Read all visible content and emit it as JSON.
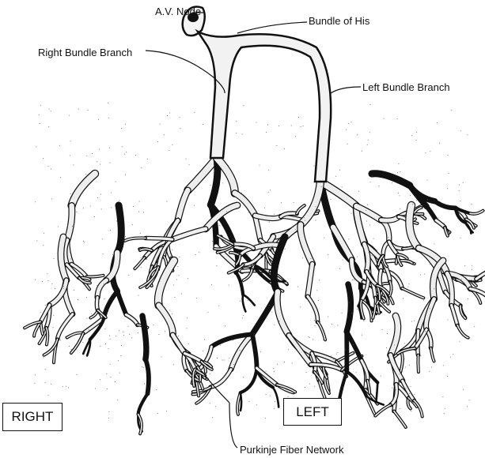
{
  "title": "Cardiac conduction system",
  "labels": {
    "av_node": "A.V. Node",
    "bundle_of_his": "Bundle of His",
    "right_bundle_branch": "Right Bundle Branch",
    "left_bundle_branch": "Left Bundle Branch",
    "purkinje": "Purkinje Fiber Network"
  },
  "sides": {
    "right": "RIGHT",
    "left": "LEFT"
  }
}
